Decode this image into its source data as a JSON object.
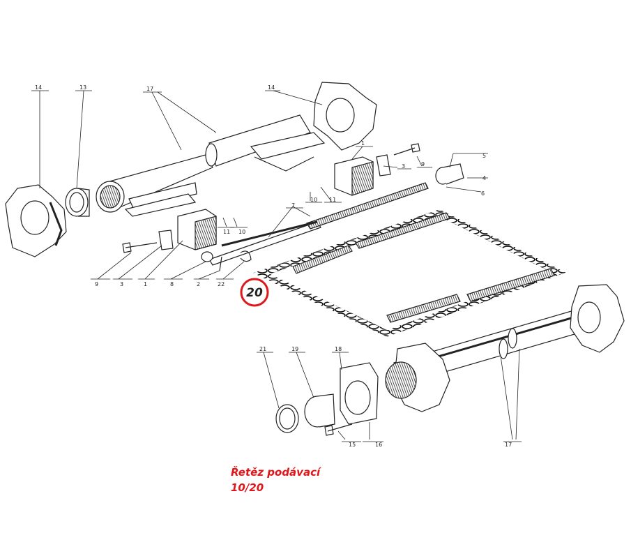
{
  "highlight": {
    "number": "20",
    "color": "#e0161b"
  },
  "caption": {
    "title": "Řetěz podávací",
    "subtitle": "10/20"
  },
  "part_labels": [
    "14",
    "13",
    "17",
    "14",
    "1",
    "5",
    "3",
    "9",
    "4",
    "6",
    "10",
    "11",
    "7",
    "11",
    "10",
    "9",
    "3",
    "1",
    "8",
    "2",
    "22",
    "21",
    "19",
    "18",
    "15",
    "16",
    "17"
  ]
}
